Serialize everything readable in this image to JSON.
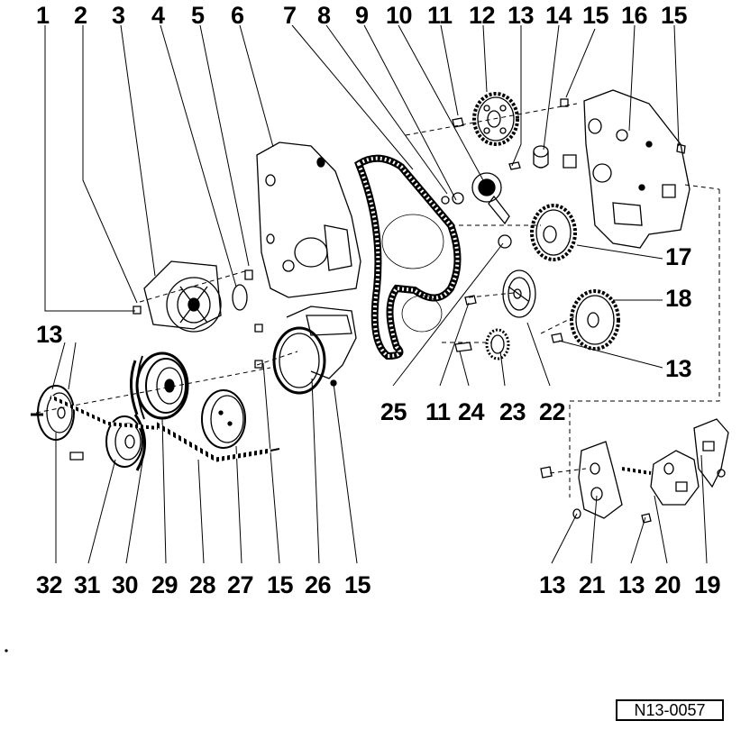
{
  "figure": {
    "reference_code": "N13-0057",
    "part_labels_top": [
      "1",
      "2",
      "3",
      "4",
      "5",
      "6",
      "7",
      "8",
      "9",
      "10",
      "11",
      "12",
      "13",
      "14",
      "15",
      "16",
      "15"
    ],
    "part_labels_right": [
      "17",
      "18",
      "13"
    ],
    "part_labels_middle": [
      "25",
      "11",
      "24",
      "23",
      "22"
    ],
    "part_labels_left_13": "13",
    "part_labels_bottom_left": [
      "32",
      "31",
      "30",
      "29",
      "28",
      "27",
      "15",
      "26",
      "15"
    ],
    "part_labels_bottom_right": [
      "13",
      "21",
      "13",
      "20",
      "19"
    ]
  }
}
